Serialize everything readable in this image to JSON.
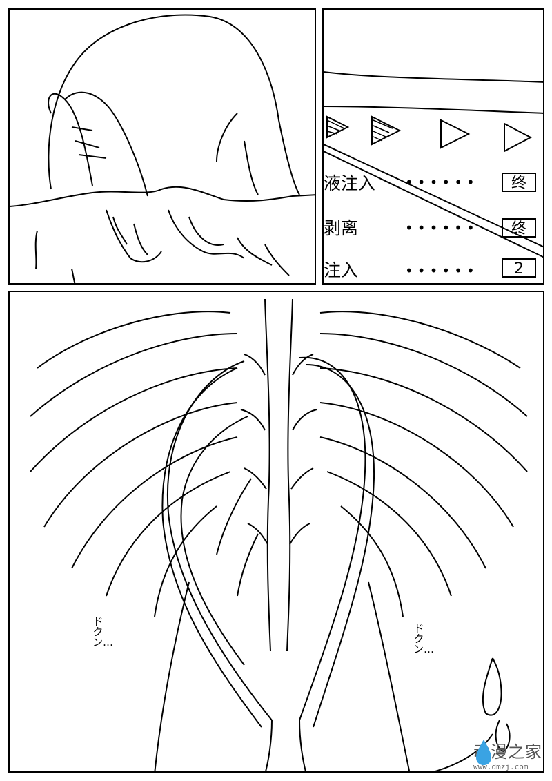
{
  "panel_status": {
    "rows": [
      {
        "label": "液注入",
        "dots": "••••••",
        "value": "终"
      },
      {
        "label": "剥离",
        "dots": "••••••",
        "value": "终"
      },
      {
        "label": "注入",
        "dots": "••••••",
        "value": "2"
      }
    ]
  },
  "panel_spine": {
    "sfx_left": "ドクン…",
    "sfx_right": "ドクン…"
  },
  "watermark": {
    "title": "动漫之家",
    "url": "www.dmzj.com"
  },
  "colors": {
    "ink": "#000000",
    "paper": "#ffffff",
    "watermark_blue": "#3aa3e3"
  }
}
